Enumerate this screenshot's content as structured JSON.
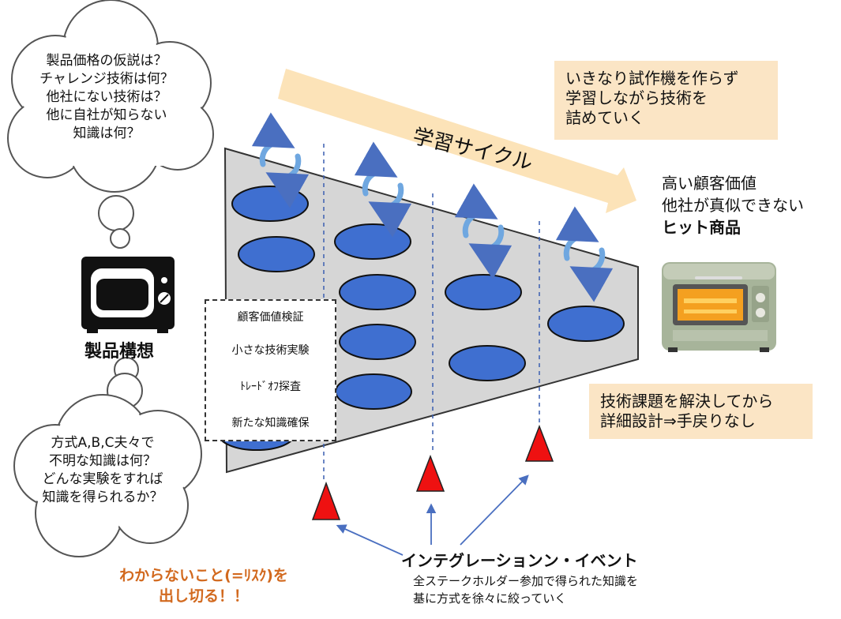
{
  "colors": {
    "ellipse_fill": "#3f6fd0",
    "funnel_fill": "#d6d6d6",
    "note_bg": "#fbe5c5",
    "arrow_band": "#fce3b8",
    "marker_red": "#ee1111",
    "risk_text": "#d2691e"
  },
  "thought_top": {
    "lines": [
      "製品価格の仮説は？",
      "チャレンジ技術は何？",
      "他社にない技術は？",
      "他に自社が知らない",
      "知識は何？"
    ]
  },
  "thought_bottom": {
    "lines": [
      "方式A,B,C夫々で",
      "不明な知識は何？",
      "どんな実験をすれば",
      "知識を得られるか？"
    ]
  },
  "product_concept": {
    "label": "製品構想",
    "icon": "toaster-oven-icon"
  },
  "learning_cycle": {
    "label": "学習サイクル"
  },
  "note_top": {
    "lines": [
      "いきなり試作機を作らず",
      "学習しながら技術を",
      "詰めていく"
    ]
  },
  "note_bottom": {
    "lines": [
      "技術課題を解決してから",
      "詳細設計⇒手戻りなし"
    ]
  },
  "result": {
    "lines": [
      "高い顧客価値",
      "他社が真似できない"
    ],
    "bold_line": "ヒット商品",
    "image": "toaster-photo"
  },
  "stages": [
    "顧客価値検証",
    "小さな技術実験",
    "ﾄﾚｰﾄﾞｵﾌ探査",
    "新たな知識確保"
  ],
  "risk": {
    "lines": [
      "わからないこと(=ﾘｽｸ)を",
      "出し切る！！"
    ]
  },
  "integration_event": {
    "title": "インテグレーションン・イベント",
    "lines": [
      "全ステークホルダー参加で得られた知識を",
      "基に方式を徐々に絞っていく"
    ]
  }
}
